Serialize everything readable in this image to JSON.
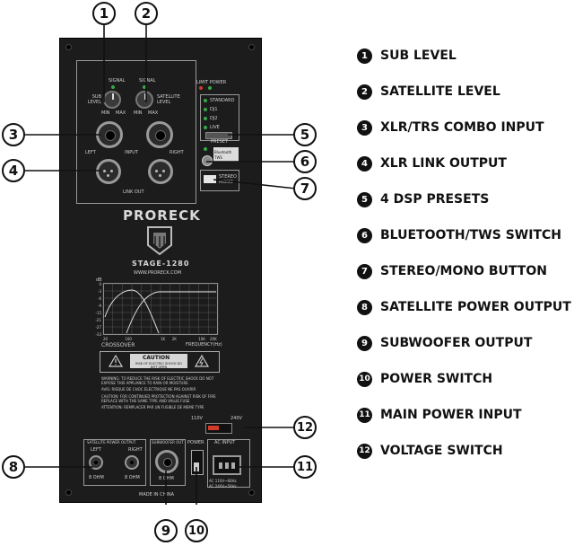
{
  "legend": [
    {
      "num": "1",
      "label": "SUB LEVEL"
    },
    {
      "num": "2",
      "label": "SATELLITE LEVEL"
    },
    {
      "num": "3",
      "label": "XLR/TRS COMBO INPUT"
    },
    {
      "num": "4",
      "label": "XLR LINK OUTPUT"
    },
    {
      "num": "5",
      "label": "4 DSP PRESETS"
    },
    {
      "num": "6",
      "label": "BLUETOOTH/TWS SWITCH"
    },
    {
      "num": "7",
      "label": "STEREO/MONO BUTTON"
    },
    {
      "num": "8",
      "label": "SATELLITE POWER OUTPUT"
    },
    {
      "num": "9",
      "label": "SUBWOOFER OUTPUT"
    },
    {
      "num": "10",
      "label": "POWER SWITCH"
    },
    {
      "num": "11",
      "label": "MAIN POWER INPUT"
    },
    {
      "num": "12",
      "label": "VOLTAGE SWITCH"
    }
  ],
  "panel": {
    "brand": "PRORECK",
    "model": "STAGE-1280",
    "url": "WWW.PRORECK.COM",
    "sub_label": "SUB LEVEL",
    "sat_label": "SATELLITE LEVEL",
    "signal": "SIGNAL",
    "min": "MIN",
    "max": "MAX",
    "limit_power": "LIMIT POWER",
    "input": "INPUT",
    "left": "LEFT",
    "right": "RIGHT",
    "link_out": "LINK OUT",
    "presets": [
      "STANDARD",
      "DJ1",
      "DJ2",
      "LIVE"
    ],
    "preset_label": "PRESET",
    "bt_label": "Bluetooth TWS",
    "stereo_mono": "STEREO MONO",
    "crossover": "CROSSOVER",
    "frequency": "FREQUENCY(Hz)",
    "db": "dB",
    "y_ticks": [
      "0",
      "-3",
      "-6",
      "-9",
      "-15",
      "-21",
      "-27",
      "-33"
    ],
    "x_ticks": [
      "20",
      "100",
      "1K",
      "2K",
      "10K",
      "20K"
    ],
    "caution": "CAUTION",
    "caution_sub": "RISK OF ELECTRIC SHOCK DO NOT OPEN",
    "warning": "WARNING: TO REDUCE THE RISK OF ELECTRIC SHOCK DO NOT EXPOSE THIS APPLIANCE TO RAIN OR MOISTURE",
    "avis": "AVIS: RISQUE DE CHOC ELECTRIQUE NE PAS OUVRIR",
    "caution2": "CAUTION: FOR CONTINUED PROTECTION AGAINST RISK OF FIRE REPLACE WITH THE SAME TYPE AND VALUE FUSE",
    "attention": "ATTENTION: REMPLACER PAR UN FUSIBLE DE MEME TYPE",
    "v110": "110V",
    "v240": "240V",
    "sat_power_output": "SATELLITE POWER OUTPUT",
    "sub_out": "SUBWOOFER OUT",
    "ohm8": "8 OHM",
    "power": "POWER",
    "ac_input": "AC INPUT",
    "ac_spec1": "AC 110V~60Hz",
    "ac_spec2": "AC 240V~50Hz",
    "made_in": "MADE IN CHINA"
  },
  "colors": {
    "panel": "#1c1c1c",
    "led_red": "#d23a2a",
    "led_green": "#37a84a",
    "ink": "#111111"
  }
}
